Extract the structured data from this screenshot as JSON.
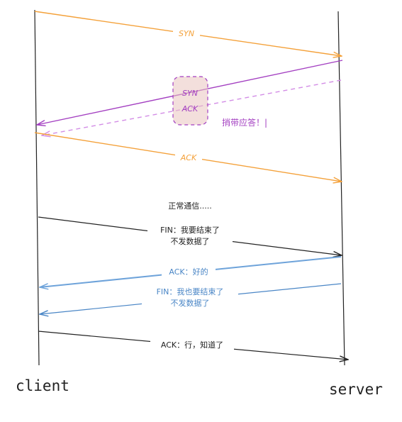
{
  "colors": {
    "orange": "#f4a13a",
    "purple": "#a33fc1",
    "purple_light": "#d38de6",
    "purple_fill": "#e9c4c0",
    "blue": "#4a86c6",
    "blue_light": "#6ea3da",
    "black": "#222222"
  },
  "participants": {
    "client": "client",
    "server": "server"
  },
  "messages": {
    "syn": "SYN",
    "synack_syn": "SYN",
    "synack_ack": "ACK",
    "piggyback": "捎带应答！|",
    "ack": "ACK",
    "normal": "正常通信.....",
    "fin1_line1": "FIN：我要结束了",
    "fin1_line2": "不发数据了",
    "ack_ok": "ACK：好的",
    "fin2_line1": "FIN：我也要结束了",
    "fin2_line2": "不发数据了",
    "ack_final": "ACK：行，知道了"
  }
}
